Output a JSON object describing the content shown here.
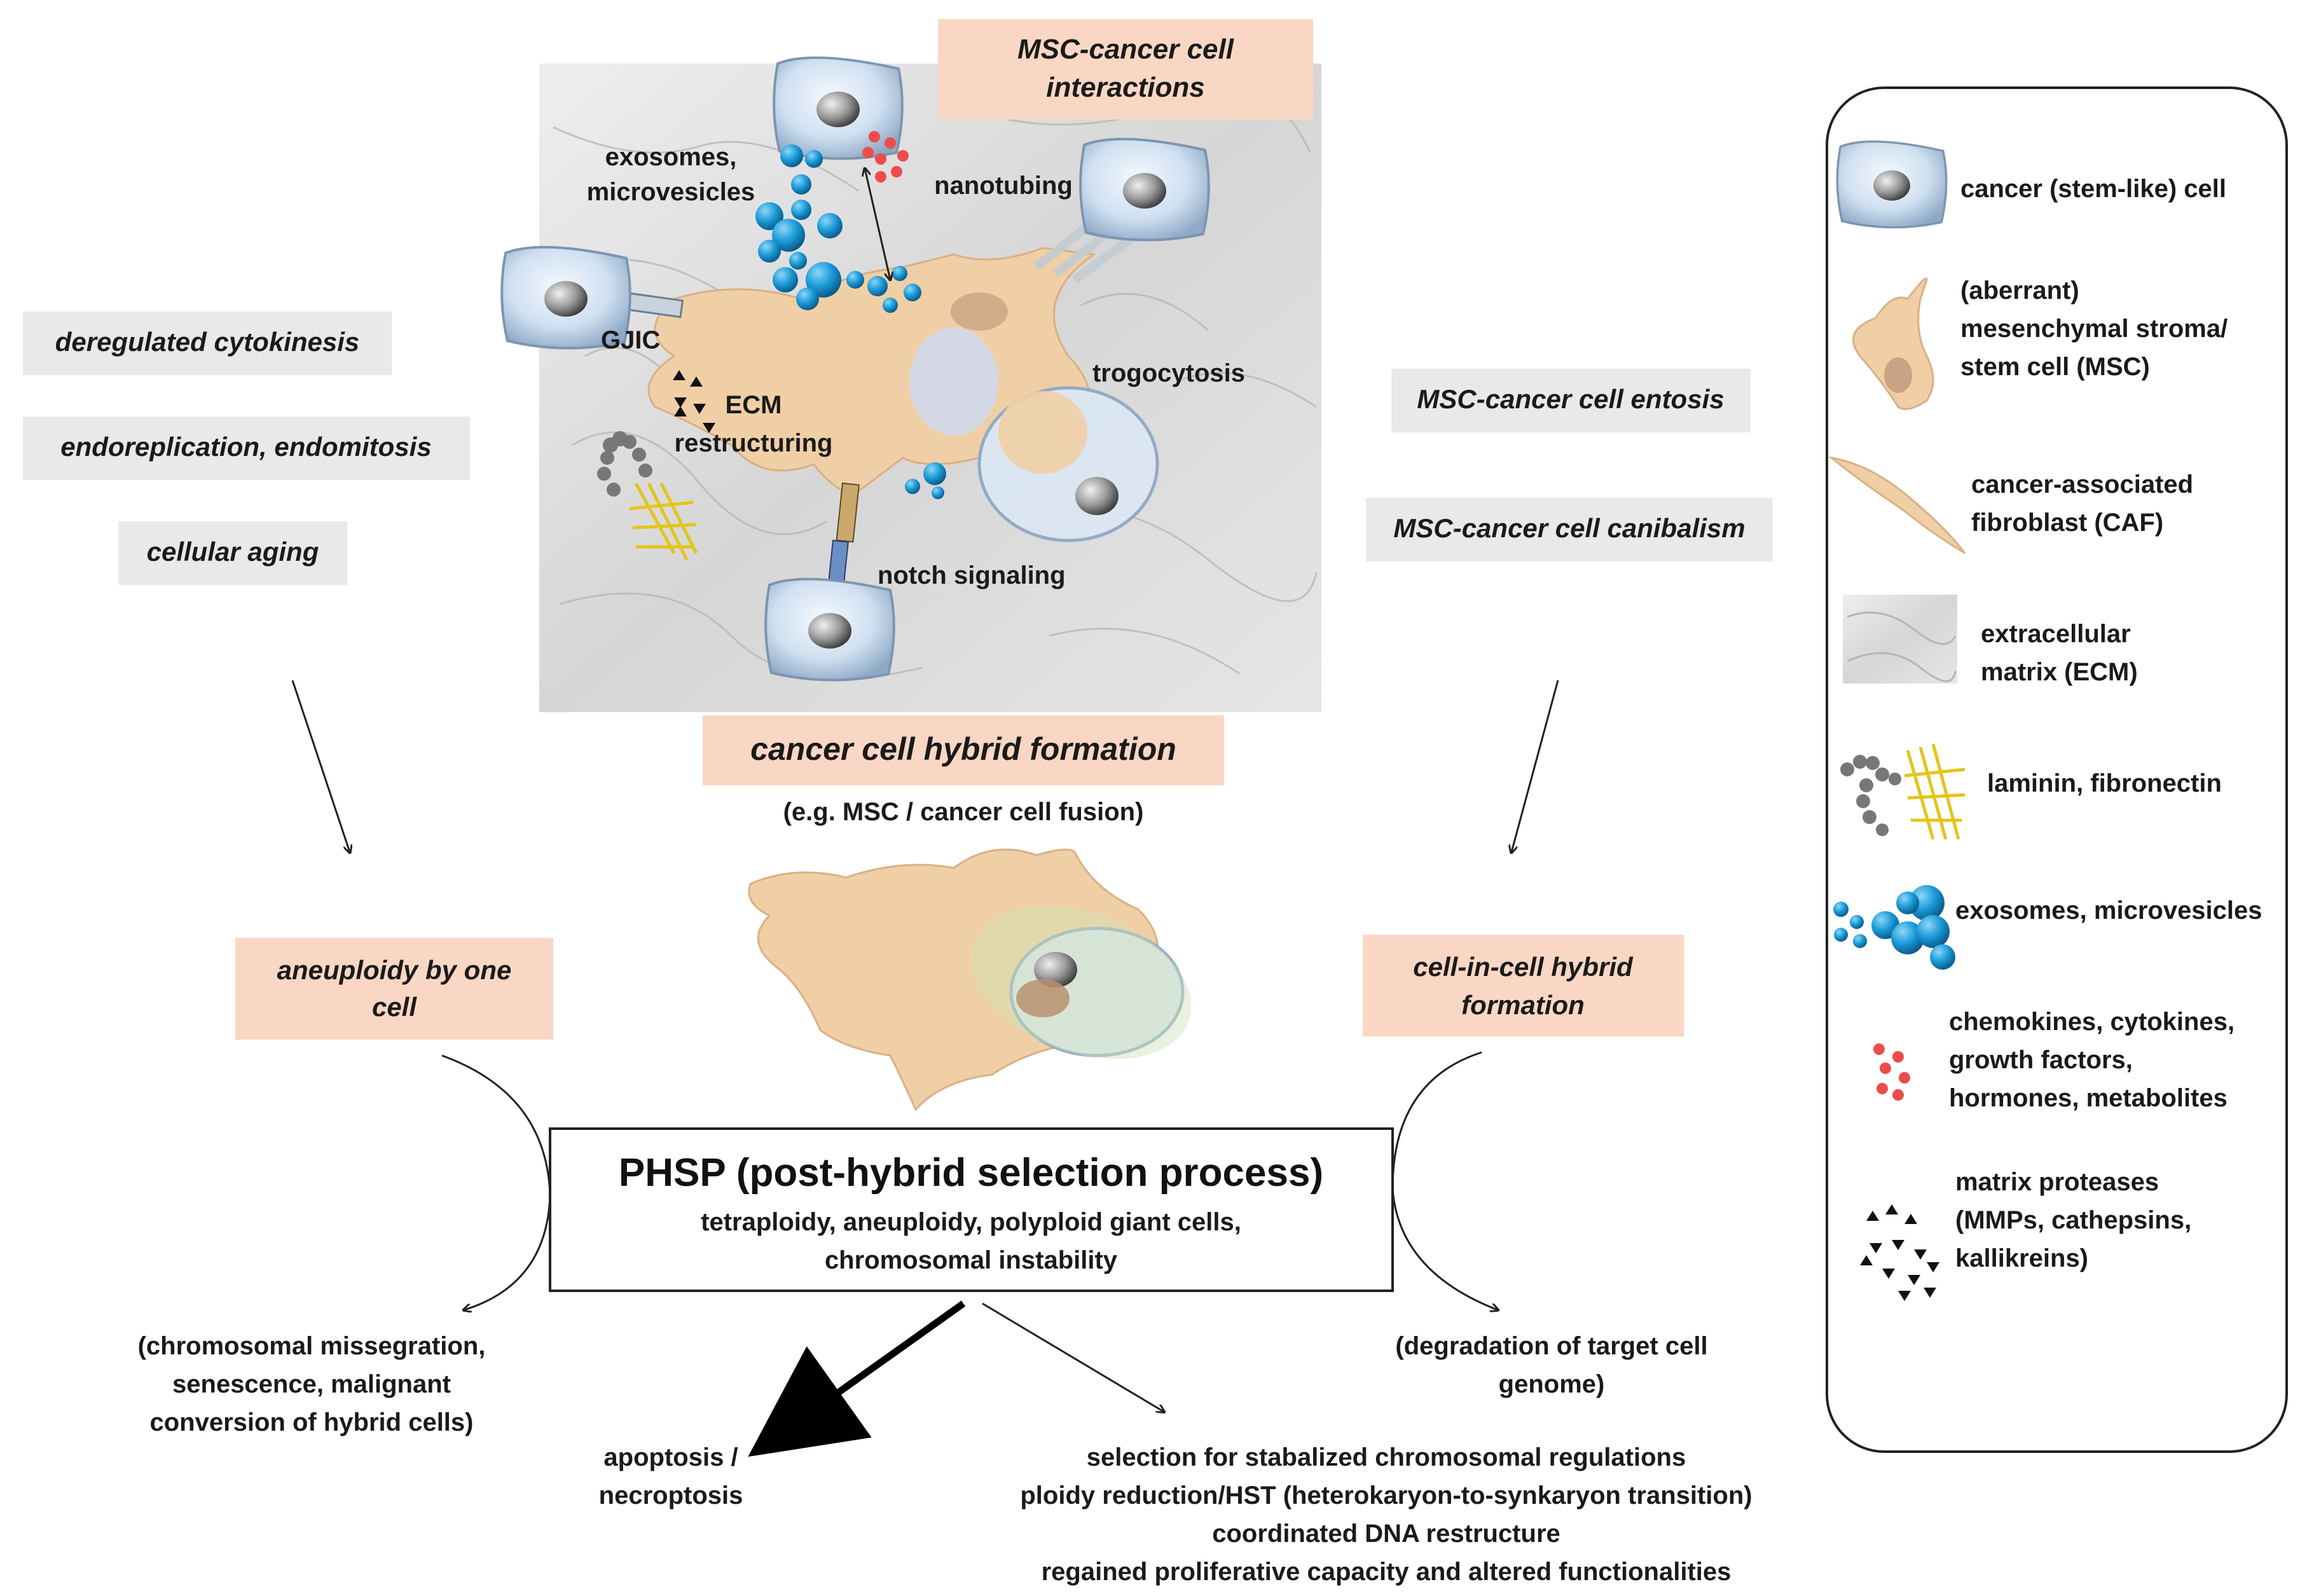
{
  "top_box": {
    "line1": "MSC-cancer  cell",
    "line2": "interactions"
  },
  "center": {
    "exosomes_line1": "exosomes,",
    "exosomes_line2": "microvesicles",
    "nanotubing": "nanotubing",
    "gjic": "GJIC",
    "ecm_line1": "ECM",
    "ecm_line2": "restructuring",
    "trogocytosis": "trogocytosis",
    "notch": "notch signaling"
  },
  "left_boxes": {
    "cytokinesis": "deregulated cytokinesis",
    "endoreplication": "endoreplication,  endomitosis",
    "aging": "cellular  aging",
    "aneuploidy_line1": "aneuploidy by one",
    "aneuploidy_line2": "cell"
  },
  "right_boxes": {
    "entosis": "MSC-cancer  cell entosis",
    "canibalism": "MSC-cancer  cell canibalism",
    "cellincell_line1": "cell-in-cell  hybrid",
    "cellincell_line2": "formation"
  },
  "hybrid": {
    "title": "cancer cell hybrid formation",
    "subtitle": "(e.g. MSC / cancer cell fusion)"
  },
  "phsp": {
    "title": "PHSP (post-hybrid  selection process)",
    "line1": "tetraploidy, aneuploidy,  polyploid giant cells,",
    "line2": "chromosomal instability"
  },
  "outcomes": {
    "left_line1": "(chromosomal missegration,",
    "left_line2": "senescence,  malignant",
    "left_line3": "conversion  of hybrid cells)",
    "right_line1": "(degradation of target cell",
    "right_line2": "genome)",
    "apoptosis_line1": "apoptosis  /",
    "apoptosis_line2": "necroptosis",
    "sel_line1": "selection for stabalized chromosomal regulations",
    "sel_line2": "ploidy reduction/HST (heterokaryon-to-synkaryon transition)",
    "sel_line3": "coordinated DNA restructure",
    "sel_line4": "regained proliferative capacity  and altered functionalities"
  },
  "legend": {
    "cancer": "cancer (stem-like) cell",
    "msc_line1": "(aberrant)",
    "msc_line2": "mesenchymal stroma/",
    "msc_line3": "stem cell (MSC)",
    "caf_line1": "cancer-associated",
    "caf_line2": "fibroblast (CAF)",
    "ecm_line1": "extracellular",
    "ecm_line2": "matrix (ECM)",
    "laminin": "laminin,  fibronectin",
    "exosomes": "exosomes,  microvesicles",
    "chemo_line1": "chemokines,  cytokines,",
    "chemo_line2": "growth factors,",
    "chemo_line3": "hormones,  metabolites",
    "prot_line1": "matrix proteases",
    "prot_line2": "(MMPs, cathepsins,",
    "prot_line3": "kallikreins)"
  },
  "colors": {
    "salmon_box": "#fad7c4",
    "grey_box": "#e9e9e9",
    "msc_fill": "#f0cfa6",
    "cell_fill": "#cfe0f1",
    "vesicle": "#1b9bd8",
    "chemokine": "#ee4b4b"
  },
  "icons": [
    "cancer-cell-icon",
    "msc-cell-icon",
    "caf-cell-icon",
    "ecm-swatch-icon",
    "laminin-fibronectin-icon",
    "vesicles-icon",
    "chemokine-dots-icon",
    "protease-triangles-icon"
  ]
}
